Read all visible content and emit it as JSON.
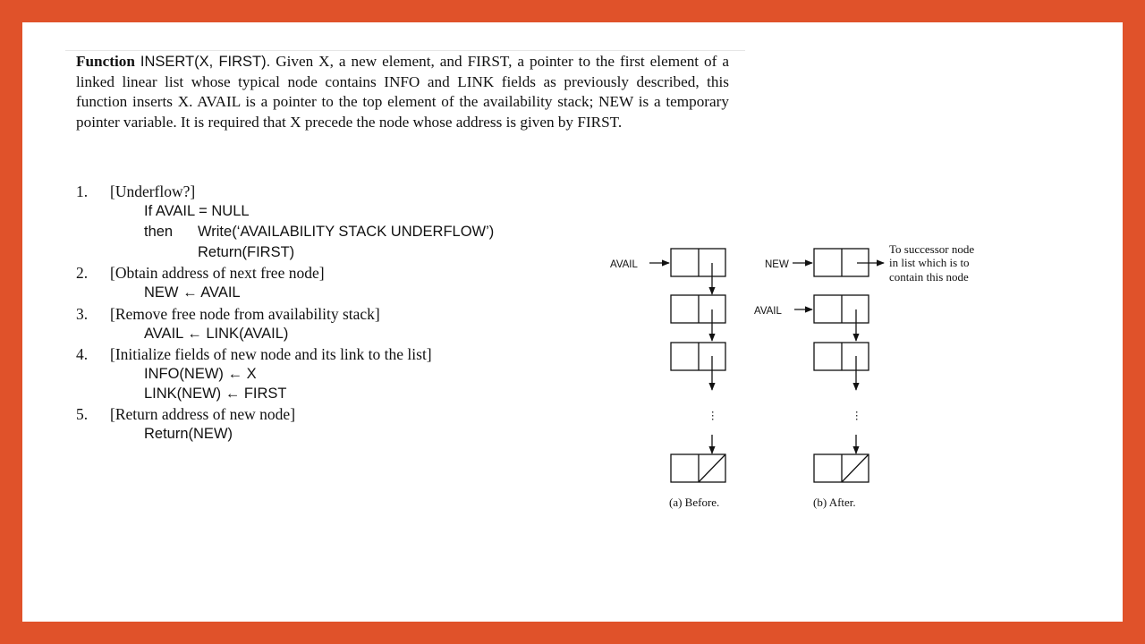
{
  "intro": {
    "function_word": "Function",
    "signature": "INSERT(X, FIRST).",
    "text_1": "Given X, a new element, and FIRST, a pointer to the first element of a linked linear list whose typical node contains INFO and LINK fields as previously described, this function inserts X.",
    "text_2": "AVAIL is a pointer to the top element of the availability stack; NEW is a temporary pointer variable. It is required that X precede the node whose address is given by FIRST."
  },
  "steps": [
    {
      "number": "1.",
      "header": "[Underflow?]",
      "if_line": "If AVAIL = NULL",
      "then_word": "then",
      "then_code": "Write(‘AVAILABILITY STACK UNDERFLOW’)",
      "then_code_2": "Return(FIRST)"
    },
    {
      "number": "2.",
      "header": "[Obtain address of next free node]",
      "code": [
        "NEW ← AVAIL"
      ]
    },
    {
      "number": "3.",
      "header": "[Remove free node from availability stack]",
      "code": [
        "AVAIL ← LINK(AVAIL)"
      ]
    },
    {
      "number": "4.",
      "header": "[Initialize fields of new node and its link to the list]",
      "code": [
        "INFO(NEW) ← X",
        "LINK(NEW) ← FIRST"
      ]
    },
    {
      "number": "5.",
      "header": "[Return address of new node]",
      "code": [
        "Return(NEW)"
      ]
    }
  ],
  "diagram": {
    "before": {
      "pointer_label": "AVAIL",
      "caption": "(a)  Before."
    },
    "after": {
      "new_label": "NEW",
      "avail_label": "AVAIL",
      "note": [
        "To successor node",
        "in list which is to",
        "contain this node"
      ],
      "caption": "(b)  After."
    },
    "ellipsis": "⋮"
  },
  "colors": {
    "frame": "#e0522a",
    "slide": "#ffffff",
    "ink": "#111111"
  }
}
